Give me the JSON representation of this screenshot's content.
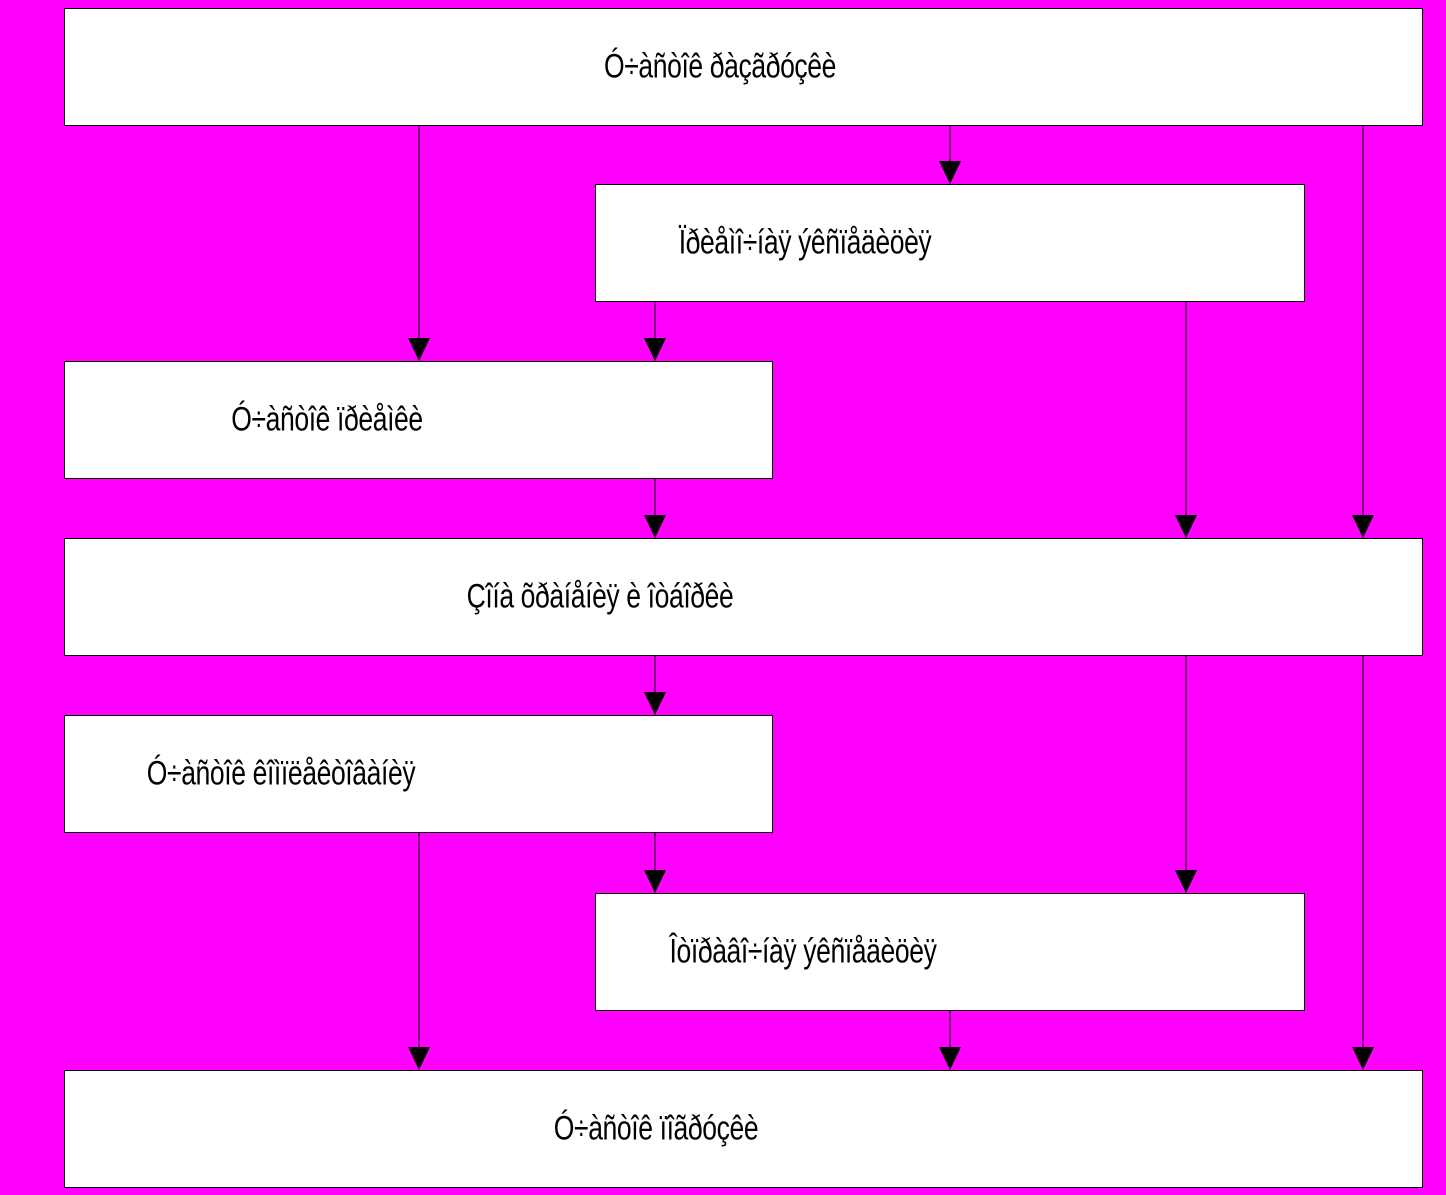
{
  "colors": {
    "background": "#ff00ff",
    "box_fill": "#ffffff",
    "line": "#000000"
  },
  "nodes": {
    "top": {
      "label": "Ó÷àñòîê ðàçãðóçêè"
    },
    "upper_crossing": {
      "label": "Ïðèåìî÷íàÿ ýêñïåäèöèÿ"
    },
    "receiving": {
      "label": "Ó÷àñòîê ïðèåìêè"
    },
    "storage": {
      "label": "Çîíà õðàíåíèÿ è îòáîðêè"
    },
    "packing": {
      "label": "Ó÷àñòîê êîìïëåêòîâàíèÿ"
    },
    "shipping_exp": {
      "label": "Îòïðàâî÷íàÿ ýêñïåäèöèÿ"
    },
    "loading": {
      "label": "Ó÷àñòîê ïîãðóçêè"
    }
  }
}
